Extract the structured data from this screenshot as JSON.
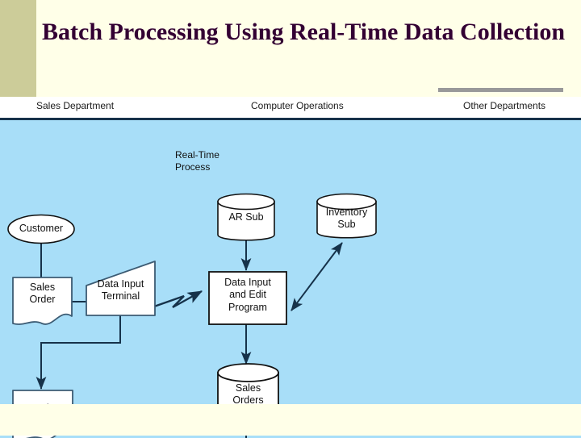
{
  "slide": {
    "title": "Batch Processing Using Real-Time Data Collection",
    "accent_bar_color": "#CCCC99",
    "background_color": "#FFFFE8",
    "title_color": "#330033",
    "rule_color": "#999999"
  },
  "diagram": {
    "canvas_color": "#A8DEF8",
    "node_fill": "#FFFFFF",
    "line_color": "#16324a",
    "columns": [
      {
        "label": "Sales Department"
      },
      {
        "label": "Computer Operations"
      },
      {
        "label": "Other Departments"
      }
    ],
    "annotations": [
      {
        "text": "Real-Time\nProcess"
      }
    ],
    "nodes": [
      {
        "id": "customer",
        "label": "Customer",
        "shape": "ellipse",
        "column": "Sales Department"
      },
      {
        "id": "sales-order",
        "label": "Sales\nOrder",
        "shape": "document",
        "column": "Sales Department"
      },
      {
        "id": "terminal",
        "label": "Data Input\nTerminal",
        "shape": "terminal",
        "column": "Sales Department"
      },
      {
        "id": "invoice",
        "label": "Invoice",
        "shape": "document",
        "column": "Sales Department"
      },
      {
        "id": "ar-sub",
        "label": "AR Sub",
        "shape": "database",
        "column": "Computer Operations"
      },
      {
        "id": "inventory-sub",
        "label": "Inventory\nSub",
        "shape": "database",
        "column": "Computer Operations"
      },
      {
        "id": "data-input",
        "label": "Data Input\nand Edit\nProgram",
        "shape": "process",
        "column": "Computer Operations"
      },
      {
        "id": "sales-orders",
        "label": "Sales\nOrders",
        "shape": "database",
        "column": "Computer Operations"
      }
    ],
    "edges": [
      {
        "from": "customer",
        "to": "sales-order",
        "style": "plain"
      },
      {
        "from": "sales-order",
        "to": "terminal",
        "style": "plain"
      },
      {
        "from": "terminal",
        "to": "data-input",
        "style": "lightning-arrow"
      },
      {
        "from": "ar-sub",
        "to": "data-input",
        "style": "arrow"
      },
      {
        "from": "inventory-sub",
        "to": "data-input",
        "style": "double-arrow"
      },
      {
        "from": "data-input",
        "to": "sales-orders",
        "style": "arrow"
      },
      {
        "from": "terminal",
        "to": "invoice",
        "style": "arrow"
      },
      {
        "from": "sales-orders",
        "to": "below",
        "style": "plain"
      }
    ],
    "separator": {
      "style": "dashed",
      "orientation": "horizontal"
    }
  }
}
